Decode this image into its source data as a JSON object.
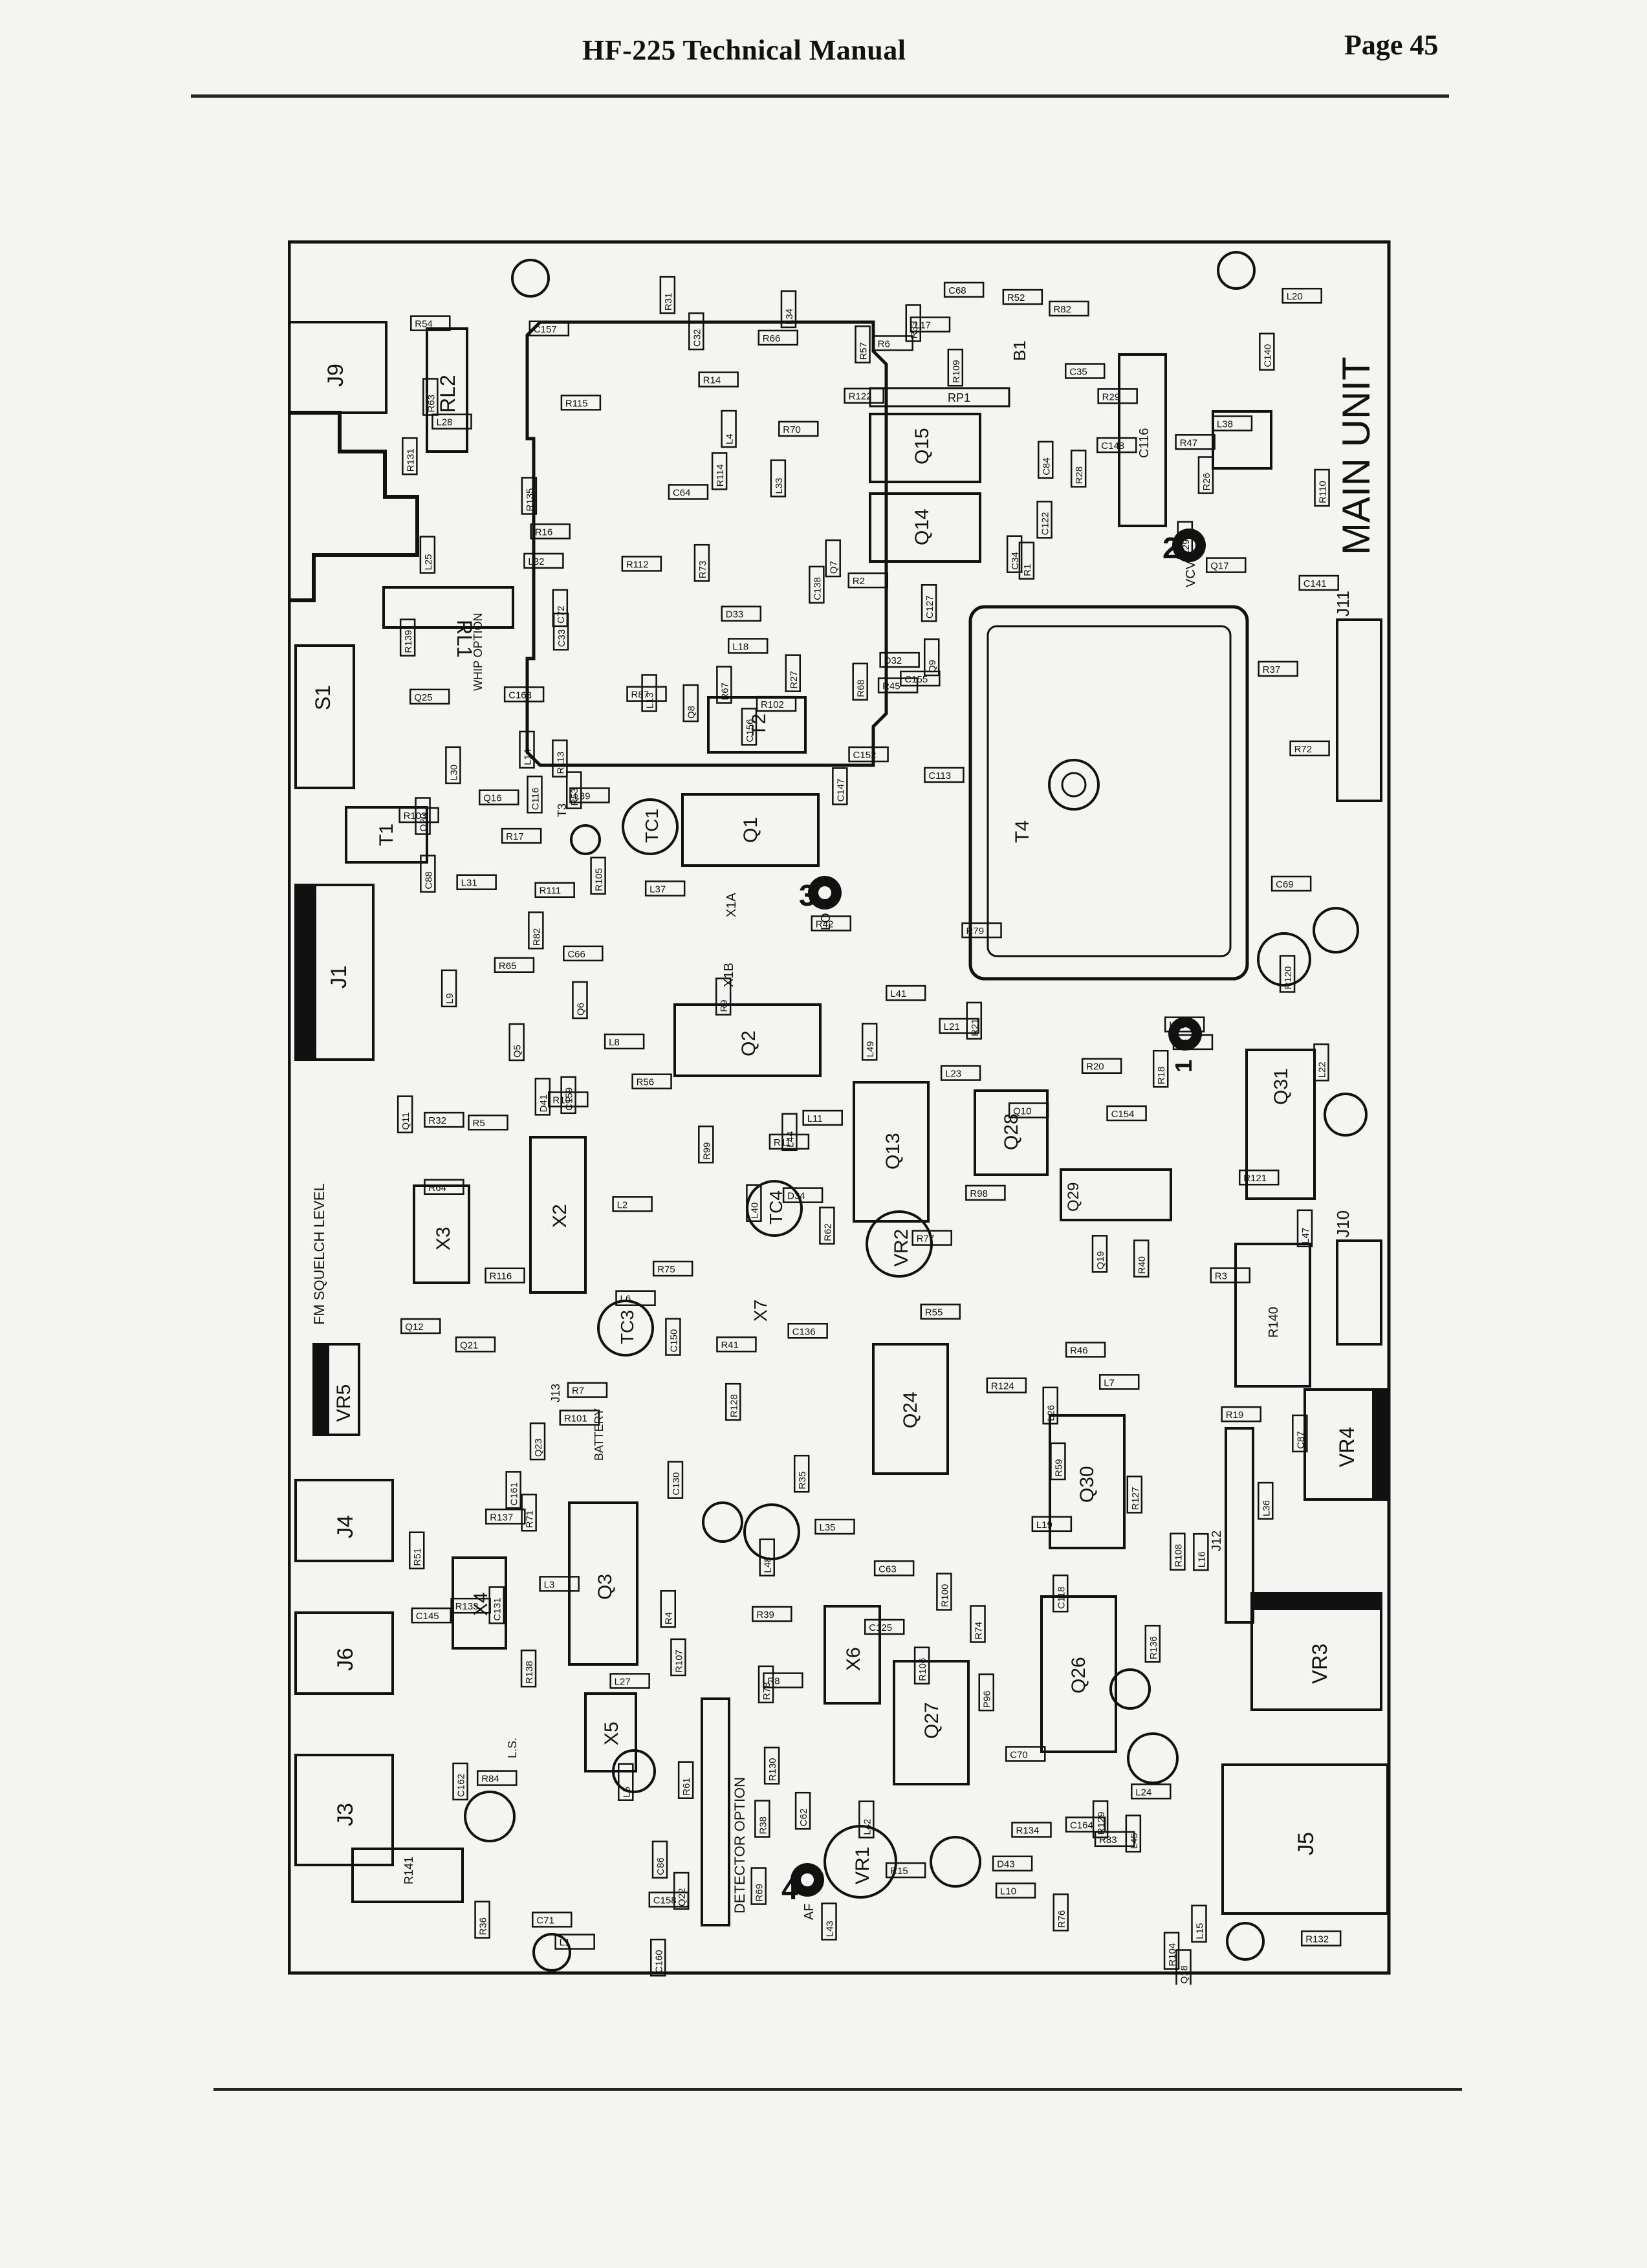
{
  "header": {
    "title": "HF-225 Technical Manual",
    "page": "Page 45"
  },
  "board": {
    "title": "MAIN UNIT",
    "test_points": [
      {
        "id": "tp2",
        "number": "2",
        "label": "VCV"
      },
      {
        "id": "tp3",
        "number": "3",
        "label": "LO"
      },
      {
        "id": "tp1",
        "number": "1",
        "label": "1 V"
      },
      {
        "id": "tp4",
        "number": "4",
        "label": "AF"
      }
    ],
    "connectors": [
      "J9",
      "J1",
      "J4",
      "J6",
      "J3",
      "J5",
      "J10",
      "J11",
      "J12",
      "J13"
    ],
    "relays": [
      "RL1",
      "RL2"
    ],
    "switches": [
      "S1"
    ],
    "controls": [
      "VR1",
      "VR2",
      "VR3",
      "VR4",
      "VR5"
    ],
    "transformers": [
      "T1",
      "T2",
      "T3",
      "T4"
    ],
    "trimmers": [
      "TC1",
      "TC3",
      "TC4"
    ],
    "crystals": [
      "X1A",
      "X1B",
      "X2",
      "X3",
      "X4",
      "X5",
      "X6",
      "X7"
    ],
    "ics": [
      "Q1",
      "Q2",
      "Q3",
      "Q13",
      "Q14",
      "Q15",
      "Q24",
      "Q26",
      "Q27",
      "Q28",
      "Q29",
      "Q30",
      "Q31"
    ],
    "packs": [
      "RP1",
      "B1",
      "C116",
      "R140",
      "R141"
    ],
    "labels": {
      "whip_option": "WHIP OPTION",
      "fm_squelch": "FM SQUELCH LEVEL",
      "battery": "BATTERY",
      "detector_option": "DETECTOR OPTION",
      "ls": "L.S."
    },
    "small_parts": [
      "C163",
      "R3",
      "R4",
      "R5",
      "R1",
      "R2",
      "Q5",
      "Q6",
      "L1",
      "L2",
      "L3",
      "L4",
      "L5",
      "L6",
      "L7",
      "L8",
      "L9",
      "L10",
      "L11",
      "L12",
      "L13",
      "L14",
      "L15",
      "L16",
      "L17",
      "L18",
      "L19",
      "L20",
      "L21",
      "L22",
      "L23",
      "L24",
      "L25",
      "L26",
      "L27",
      "L28",
      "L29",
      "L30",
      "L31",
      "L32",
      "L33",
      "L34",
      "L35",
      "L36",
      "L37",
      "L38",
      "L39",
      "L40",
      "L41",
      "L42",
      "L43",
      "L44",
      "L45",
      "L46",
      "L47",
      "L48",
      "L49",
      "C35",
      "C34",
      "C33",
      "C32",
      "R6",
      "R7",
      "R8",
      "R9",
      "R10",
      "R11",
      "R63",
      "R62",
      "R65",
      "R66",
      "R64",
      "R67",
      "R68",
      "R69",
      "R70",
      "R71",
      "R72",
      "R73",
      "R74",
      "R75",
      "R76",
      "R77",
      "R78",
      "R79",
      "R82",
      "R83",
      "R84",
      "R87",
      "R98",
      "Q7",
      "Q8",
      "Q9",
      "Q10",
      "Q11",
      "Q12",
      "Q16",
      "Q17",
      "Q18",
      "Q19",
      "Q20",
      "Q21",
      "Q22",
      "Q23",
      "Q25",
      "R14",
      "R15",
      "R16",
      "R17",
      "R18",
      "R19",
      "R20",
      "R21",
      "R26",
      "R27",
      "R28",
      "R29",
      "R31",
      "R32",
      "R33",
      "R35",
      "R36",
      "R37",
      "R38",
      "R39",
      "R40",
      "R41",
      "R42",
      "R45",
      "R46",
      "R47",
      "R51",
      "R52",
      "R53",
      "R54",
      "R55",
      "R56",
      "R57",
      "R59",
      "R61",
      "R82",
      "R99",
      "R100",
      "R101",
      "R102",
      "R103",
      "R104",
      "R105",
      "R106",
      "R107",
      "R108",
      "R109",
      "R110",
      "R111",
      "R112",
      "R113",
      "R114",
      "R115",
      "R116",
      "R120",
      "R121",
      "R122",
      "R124",
      "R127",
      "R128",
      "R129",
      "R130",
      "R131",
      "R132",
      "R133",
      "R134",
      "R135",
      "R136",
      "R137",
      "R138",
      "R139",
      "C62",
      "C63",
      "C64",
      "C66",
      "C68",
      "C69",
      "C70",
      "C71",
      "C72",
      "C84",
      "C86",
      "C87",
      "C88",
      "C113",
      "C116",
      "C118",
      "C122",
      "C125",
      "C127",
      "C130",
      "C131",
      "C136",
      "C138",
      "C140",
      "C141",
      "C145",
      "C147",
      "C148",
      "C150",
      "C152",
      "C154",
      "C155",
      "C156",
      "C157",
      "C158",
      "C159",
      "C160",
      "C161",
      "C162",
      "C164",
      "D32",
      "D33",
      "D34",
      "D41",
      "D43",
      "P96"
    ]
  }
}
